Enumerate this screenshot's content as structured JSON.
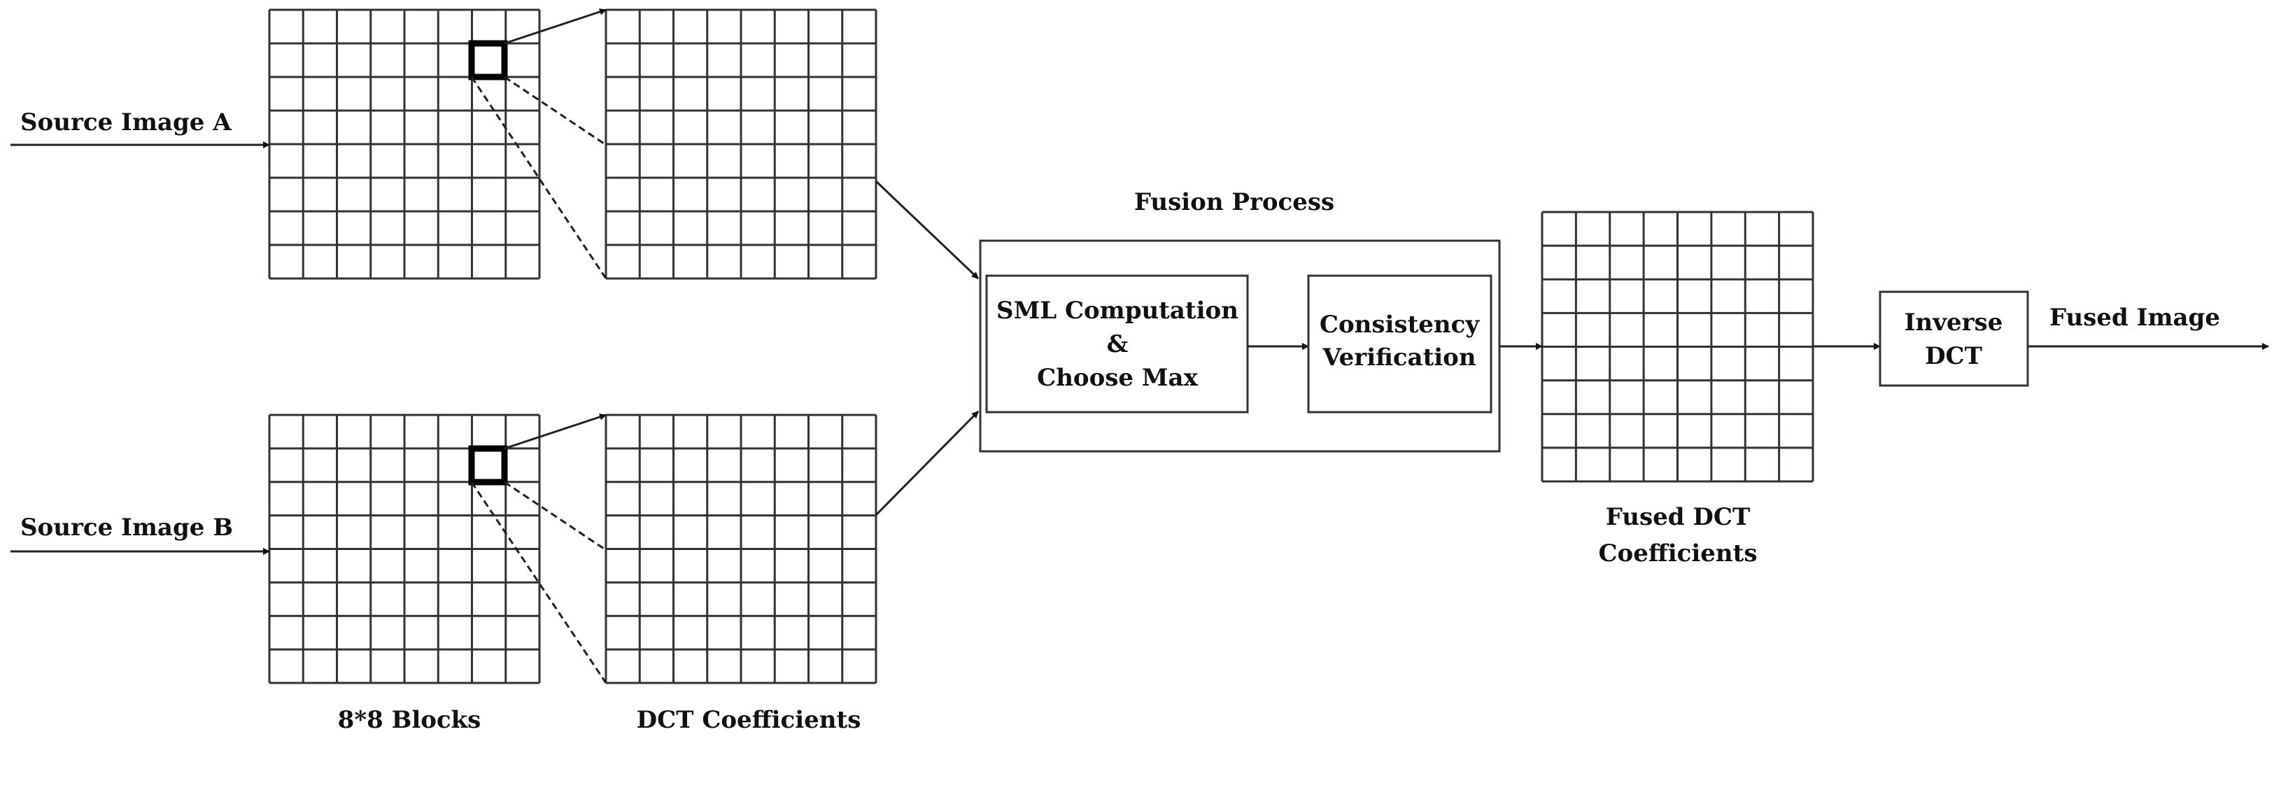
{
  "labels": {
    "source_a": "Source Image A",
    "source_b": "Source Image B",
    "blocks": "8*8 Blocks",
    "dct_coefficients": "DCT Coefficients",
    "fusion_process": "Fusion Process",
    "sml_line1": "SML Computation",
    "sml_line2": "&",
    "sml_line3": "Choose Max",
    "consistency_line1": "Consistency",
    "consistency_line2": "Verification",
    "fused_dct_line1": "Fused DCT",
    "fused_dct_line2": "Coefficients",
    "inverse_line1": "Inverse",
    "inverse_line2": "DCT",
    "fused_image": "Fused Image"
  },
  "grids": {
    "rows": 8,
    "cols": 8
  }
}
